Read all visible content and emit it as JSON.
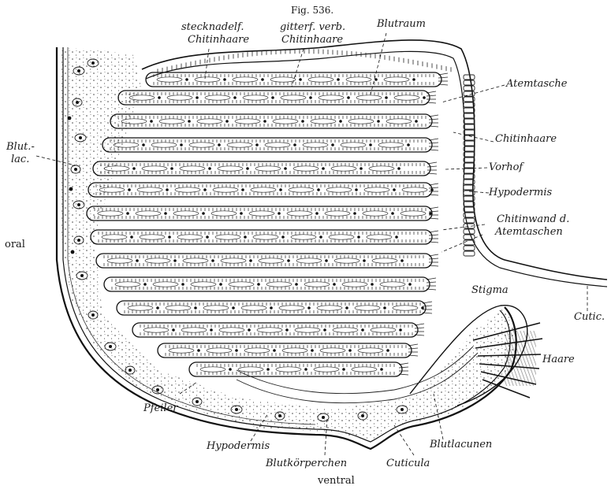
{
  "figure_title": "Fig. 536.",
  "labels": {
    "stecknadelf": "stecknadelf.",
    "chitinhaare_1": "Chitinhaare",
    "gitterf": "gitterf. verb.",
    "chitinhaare_2": "Chitinhaare",
    "blutraum": "Blutraum",
    "atemtasche": "Atemtasche",
    "chitinhaare_r": "Chitinhaare",
    "vorhof": "Vorhof",
    "hypodermis_r": "Hypodermis",
    "chitinwand_1": "Chitinwand d.",
    "chitinwand_2": "Atemtaschen",
    "blutlac_1": "Blut.-",
    "blutlac_2": "lac.",
    "oral": "oral",
    "stigma": "Stigma",
    "cutic": "Cutic.",
    "haare": "Haare",
    "pfeiler": "Pfeiler",
    "hypodermis_b": "Hypodermis",
    "blutkoerperchen": "Blutkörperchen",
    "cuticula": "Cuticula",
    "blutlacunen": "Blutlacunen",
    "ventral": "ventral"
  }
}
